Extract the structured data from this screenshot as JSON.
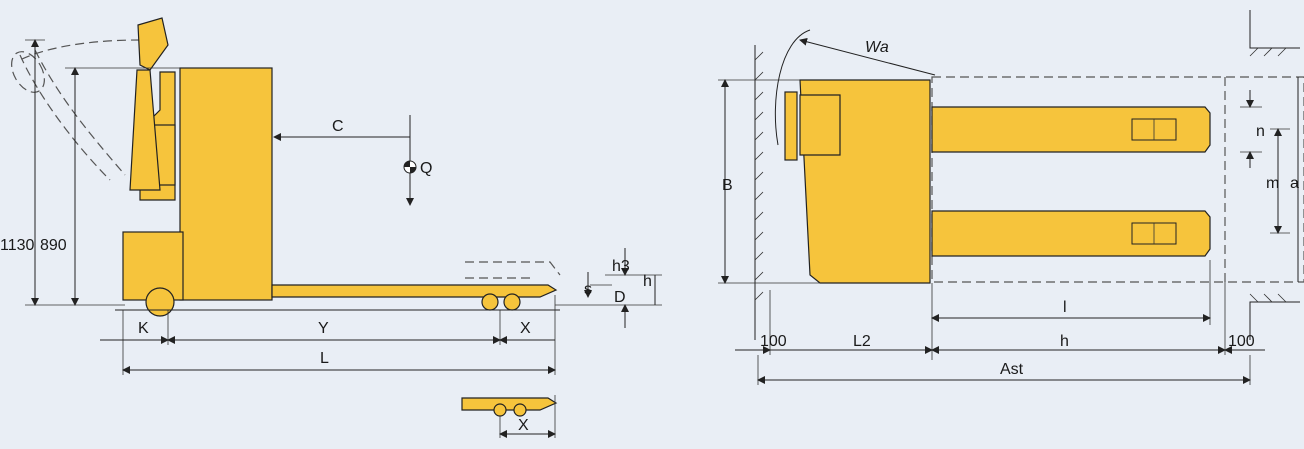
{
  "left_view": {
    "labels": {
      "c": "C",
      "q": "Q",
      "h3": "h3",
      "h": "h",
      "s": "s",
      "d": "D",
      "k": "K",
      "y": "Y",
      "x": "X",
      "l": "L",
      "x_detail": "X",
      "height_1130": "1130",
      "height_890": "890"
    }
  },
  "top_view": {
    "labels": {
      "wa": "Wa",
      "b": "B",
      "n": "n",
      "m": "m",
      "a": "a",
      "l": "l",
      "clear_left": "100",
      "l2": "L2",
      "h": "h",
      "clear_right": "100",
      "ast": "Ast"
    }
  },
  "colors": {
    "body": "#f6c43c",
    "background": "#e9eef5",
    "lines": "#222222"
  }
}
